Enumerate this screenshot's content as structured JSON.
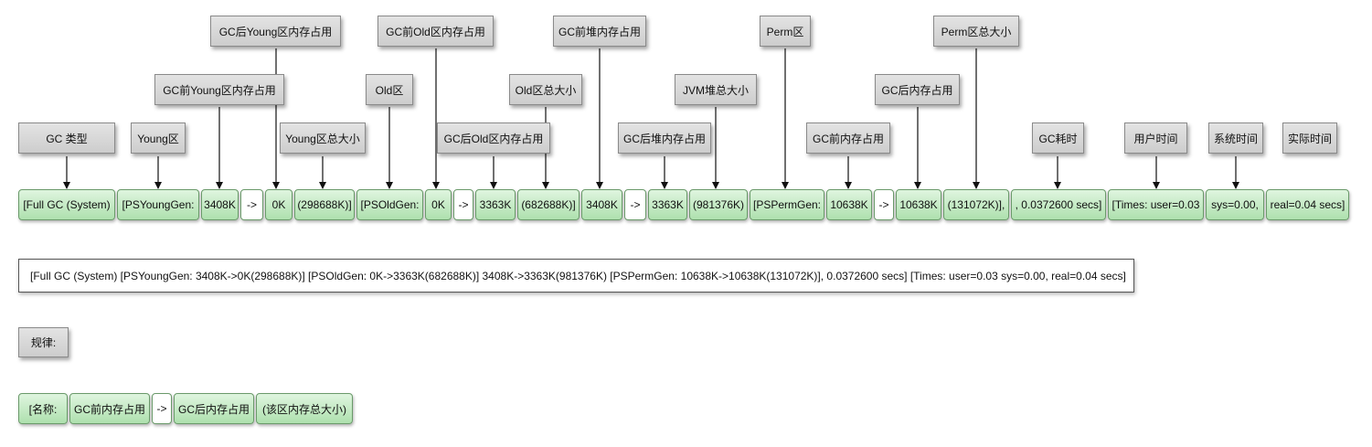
{
  "labels": {
    "gc_type": "GC 类型",
    "young": "Young区",
    "before_young": "GC前Young区内存占用",
    "after_young": "GC后Young区内存占用",
    "young_total": "Young区总大小",
    "old": "Old区",
    "before_old": "GC前Old区内存占用",
    "after_old": "GC后Old区内存占用",
    "old_total": "Old区总大小",
    "before_heap": "GC前堆内存占用",
    "after_heap": "GC后堆内存占用",
    "jvm_heap_total": "JVM堆总大小",
    "perm": "Perm区",
    "perm_before": "GC前内存占用",
    "perm_after": "GC后内存占用",
    "perm_total": "Perm区总大小",
    "gc_time": "GC耗时",
    "user_time": "用户时间",
    "sys_time": "系统时间",
    "real_time": "实际时间"
  },
  "log_segments": [
    "[Full GC (System)",
    "[PSYoungGen:",
    "3408K",
    "->",
    "0K",
    "(298688K)]",
    "[PSOldGen:",
    "0K",
    "->",
    "3363K",
    "(682688K)]",
    "3408K",
    "->",
    "3363K",
    "(981376K)",
    "[PSPermGen:",
    "10638K",
    "->",
    "10638K",
    "(131072K)],",
    ", 0.0372600 secs]",
    "[Times: user=0.03",
    "sys=0.00,",
    "real=0.04 secs]"
  ],
  "full_log_line": "[Full GC (System) [PSYoungGen: 3408K->0K(298688K)] [PSOldGen: 0K->3363K(682688K)] 3408K->3363K(981376K) [PSPermGen: 10638K->10638K(131072K)], 0.0372600 secs] [Times: user=0.03 sys=0.00, real=0.04 secs]",
  "rule_label": "规律:",
  "pattern_segments": [
    "[名称:",
    "GC前内存占用",
    "->",
    "GC后内存占用",
    "(该区内存总大小)"
  ]
}
